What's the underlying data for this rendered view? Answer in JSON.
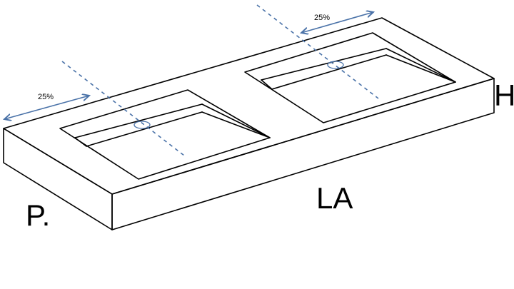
{
  "labels": {
    "left_percent": "25%",
    "right_percent": "25%",
    "height": "H",
    "length": "LA",
    "depth": "P."
  },
  "colors": {
    "outline": "#000000",
    "guide": "#4a72a8"
  }
}
